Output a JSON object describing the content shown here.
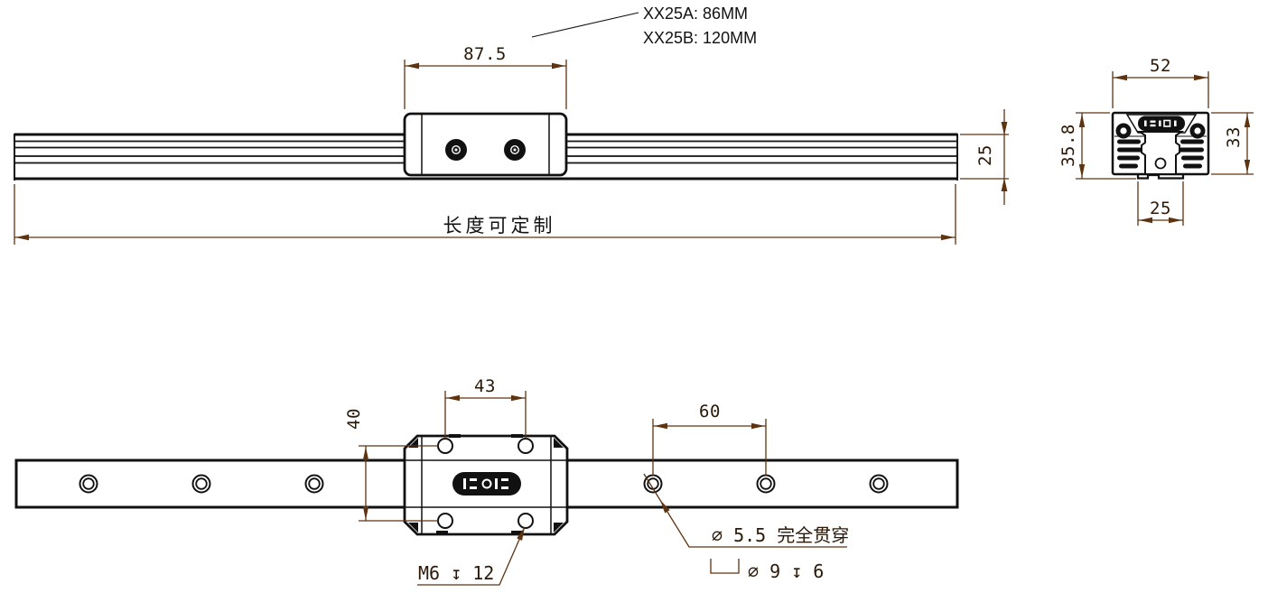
{
  "drawing": {
    "title_notes": {
      "line1": "XX25A: 86MM",
      "line2": "XX25B: 120MM"
    },
    "side_view": {
      "block_length": "87.5",
      "rail_height": "25",
      "length_note": "长度可定制"
    },
    "end_view": {
      "block_width": "52",
      "assembly_height": "35.8",
      "block_height": "33",
      "rail_width": "25"
    },
    "plan_view": {
      "block_hole_spacing": "43",
      "block_hole_span": "40",
      "rail_hole_pitch": "60"
    },
    "callouts": {
      "thread": "M6 ↧ 12",
      "through_hole": "⌀ 5.5 完全贯穿",
      "counterbore": "⌀ 9 ↧ 6"
    },
    "icons": {
      "counterbore_symbol": "counterbore-icon",
      "depth_symbol": "depth-icon",
      "diameter_symbol": "diameter-icon"
    },
    "colors": {
      "geometry": "#111111",
      "dimension_line": "#5d3310",
      "dimension_text": "#2b1806",
      "background": "#ffffff"
    }
  }
}
